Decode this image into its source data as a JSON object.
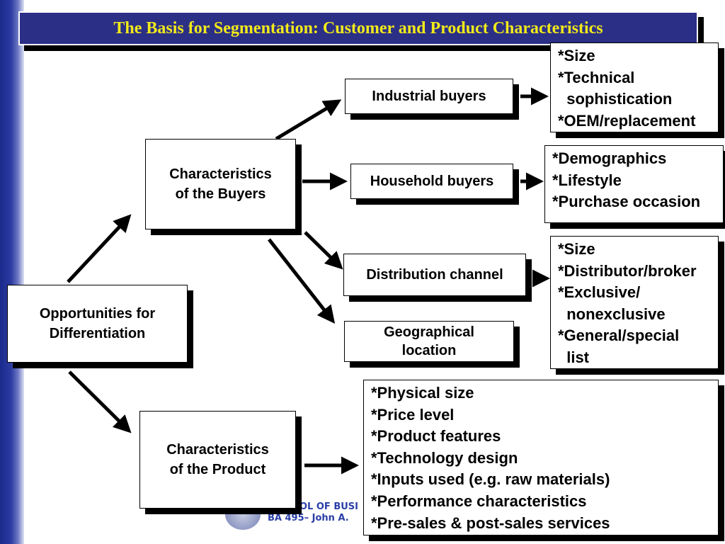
{
  "title": "The Basis for Segmentation: Customer and Product Characteristics",
  "nodes": {
    "opportunities": "Opportunities for\nDifferentiation",
    "buyers": "Characteristics\nof the Buyers",
    "product": "Characteristics\nof the Product",
    "industrial": "Industrial buyers",
    "household": "Household buyers",
    "distribution": "Distribution channel",
    "geographical": "Geographical\nlocation"
  },
  "lists": {
    "industrial": "*Size\n*Technical\n  sophistication\n*OEM/replacement",
    "household": "*Demographics\n*Lifestyle\n*Purchase occasion",
    "distribution": "*Size\n*Distributor/broker\n*Exclusive/\n  nonexclusive\n*General/special\n  list",
    "product": "*Physical size\n*Price level\n*Product features\n*Technology design\n*Inputs used (e.g. raw materials)\n*Performance characteristics\n*Pre-sales & post-sales services"
  },
  "footer": {
    "line1": "OL OF BUSI",
    "line2": "BA 495– John A."
  },
  "colors": {
    "title_bg": "#2b2f86",
    "title_text": "#f2ea1a",
    "footer_text": "#2a3ea6"
  }
}
